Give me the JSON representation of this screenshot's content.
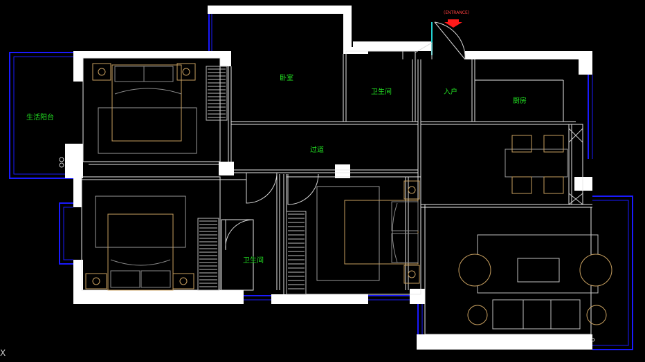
{
  "rooms": {
    "bedroom_top": "卧室",
    "bathroom_top": "卫生间",
    "entrance": "入户",
    "kitchen": "厨房",
    "balcony": "生活阳台",
    "corridor": "过道",
    "bathroom_bottom": "卫生间"
  },
  "entry_tag": "(ENTRANCE)",
  "axis_mark": "X",
  "colors": {
    "background": "#000000",
    "wall": "#ffffff",
    "window": "#1a1aff",
    "furniture": "#c8a060",
    "label": "#22e022",
    "entry_arrow": "#ff1a1a"
  }
}
